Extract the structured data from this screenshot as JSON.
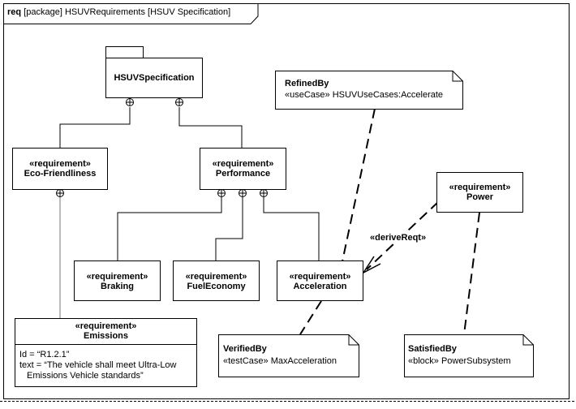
{
  "frame": {
    "keyword": "req",
    "rest": "[package] HSUVRequirements [HSUV Specification]"
  },
  "package": {
    "name": "HSUVSpecification"
  },
  "requirements": {
    "eco": {
      "stereotype": "«requirement»",
      "name": "Eco-Friendliness"
    },
    "performance": {
      "stereotype": "«requirement»",
      "name": "Performance"
    },
    "braking": {
      "stereotype": "«requirement»",
      "name": "Braking"
    },
    "fuel": {
      "stereotype": "«requirement»",
      "name": "FuelEconomy"
    },
    "acceleration": {
      "stereotype": "«requirement»",
      "name": "Acceleration"
    },
    "power": {
      "stereotype": "«requirement»",
      "name": "Power"
    },
    "emissions": {
      "stereotype": "«requirement»",
      "name": "Emissions",
      "id_line": "Id = “R1.2.1”",
      "text_line1": "text = “The vehicle shall meet Ultra-Low",
      "text_line2": "Emissions Vehicle standards”"
    }
  },
  "notes": {
    "refined": {
      "title": "RefinedBy",
      "body": "«useCase» HSUVUseCases:Accelerate"
    },
    "verified": {
      "title": "VerifiedBy",
      "body": "«testCase» MaxAcceleration"
    },
    "satisfied": {
      "title": "SatisfiedBy",
      "body": "«block» PowerSubsystem"
    }
  },
  "relations": {
    "derive_label": "«deriveReqt»"
  }
}
